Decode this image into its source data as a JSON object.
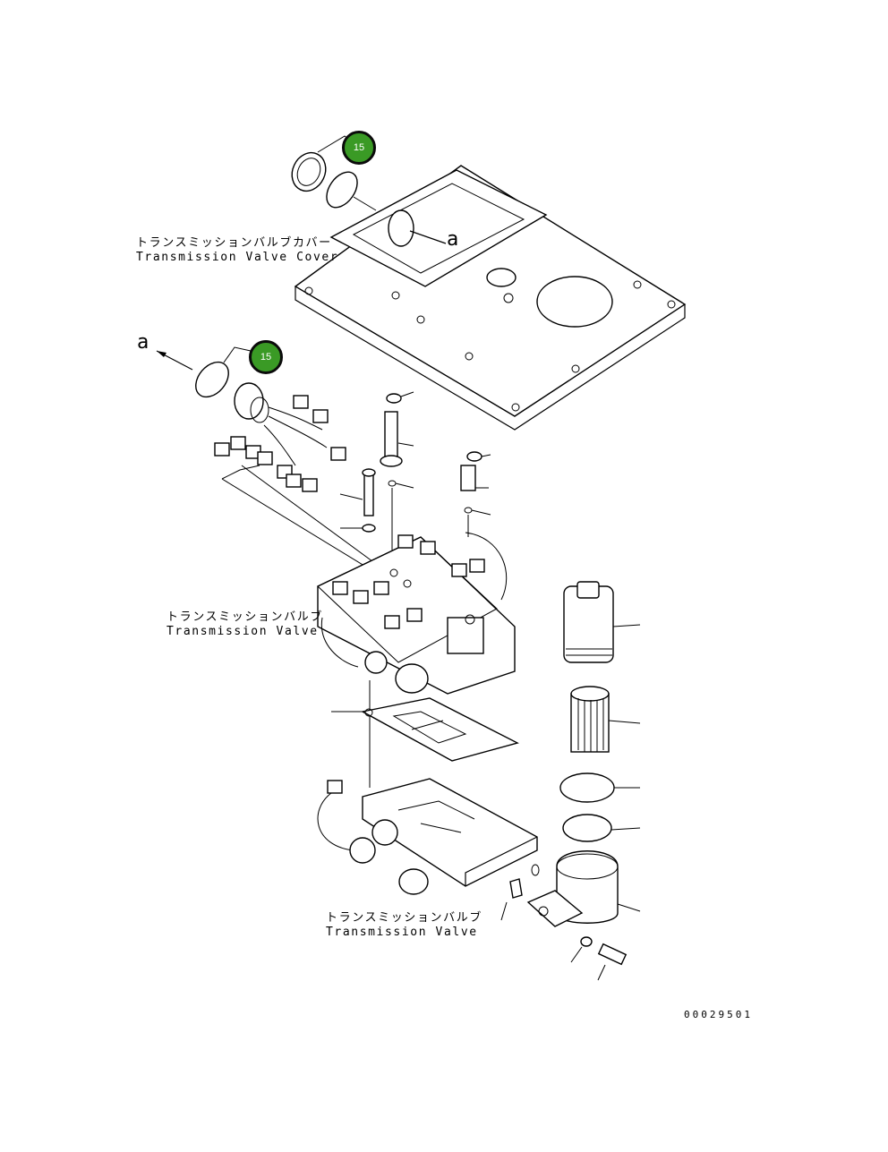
{
  "labels": {
    "valve_cover_jp": "トランスミッションバルブカバー",
    "valve_cover_en": "Transmission Valve Cover",
    "valve_upper_jp": "トランスミッションバルブ",
    "valve_upper_en": "Transmission Valve",
    "valve_lower_jp": "トランスミッションバルブ",
    "valve_lower_en": "Transmission Valve"
  },
  "callouts": {
    "badge_top": "15",
    "badge_left": "15"
  },
  "references": {
    "view_a_top": "a",
    "view_a_left": "a"
  },
  "document_number": "00029501",
  "colors": {
    "badge_fill": "#3a9a25",
    "badge_ring": "#0b0b0b",
    "line": "#000000"
  }
}
